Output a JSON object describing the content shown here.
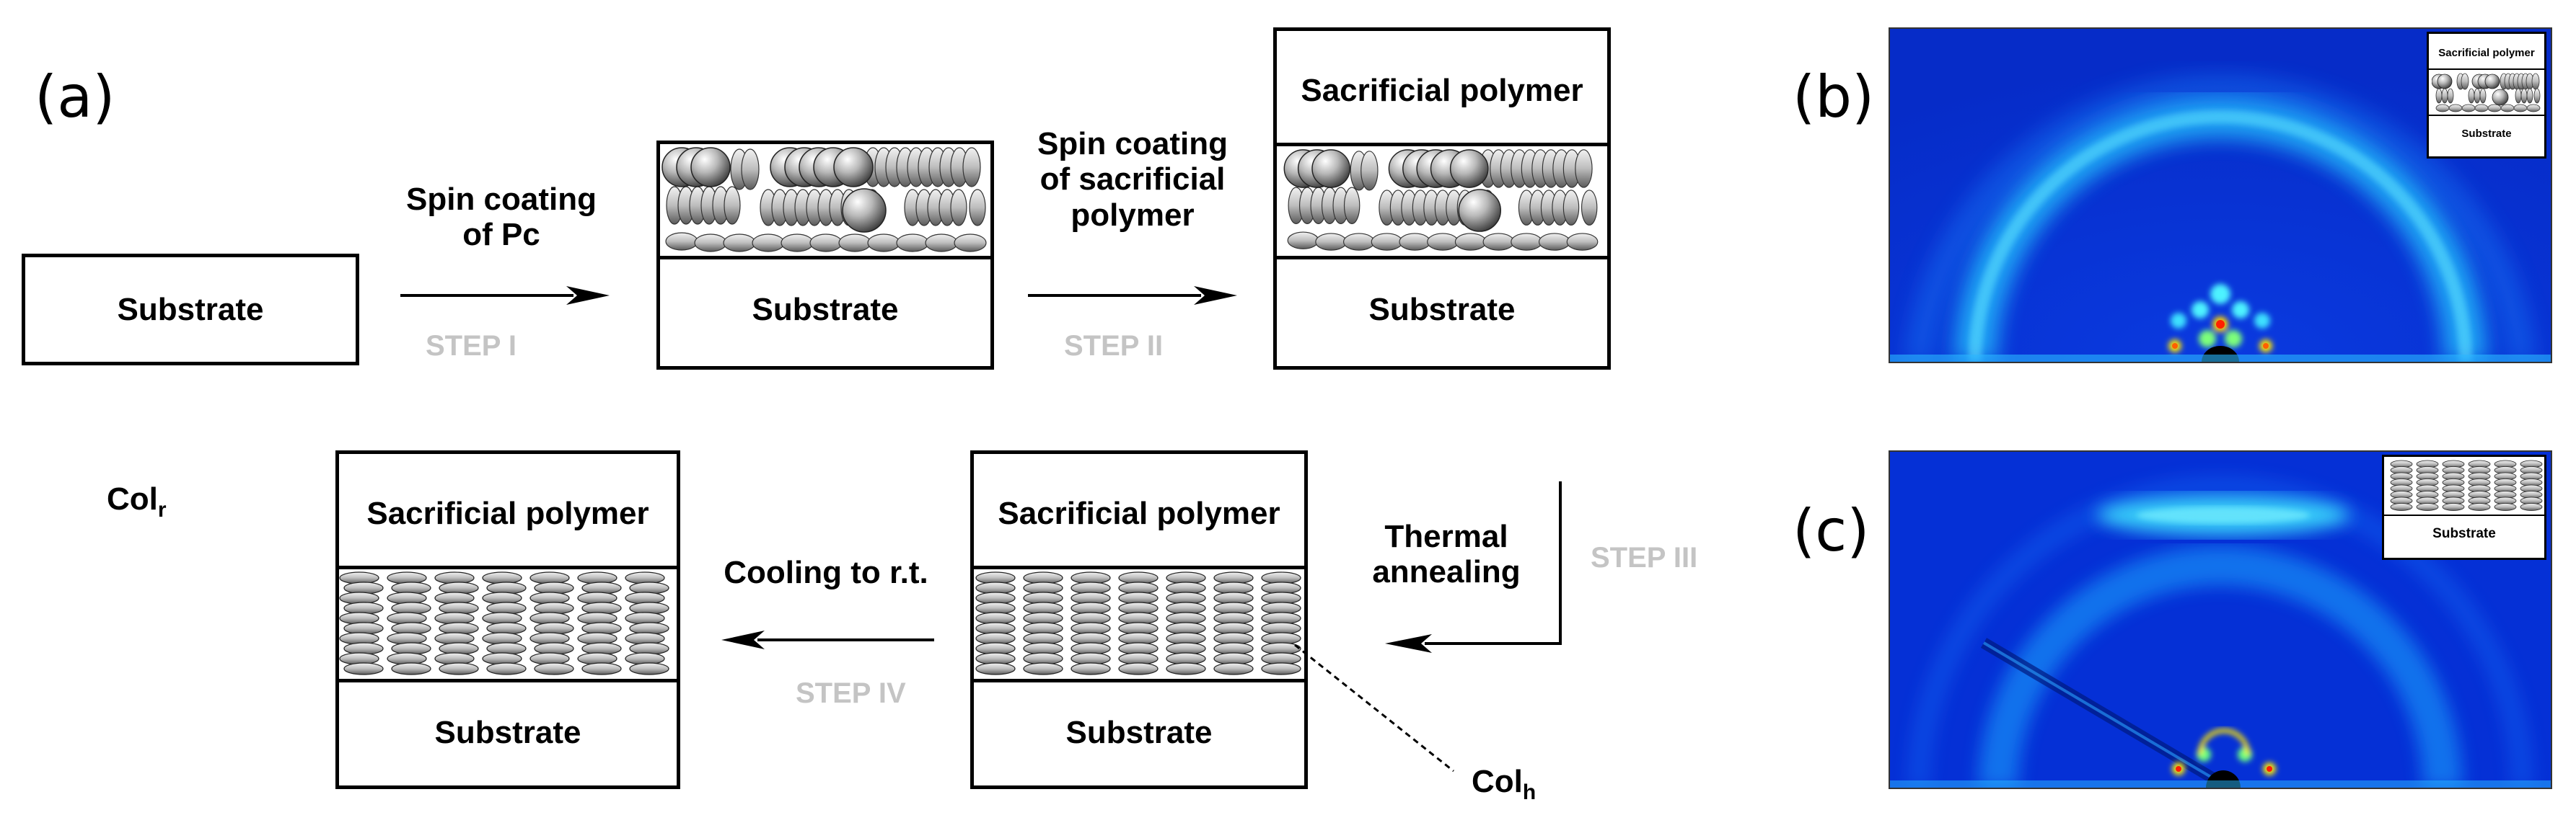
{
  "panels": {
    "a": "(a)",
    "b": "(b)",
    "c": "(c)"
  },
  "labels": {
    "substrate": "Substrate",
    "sacrificial_polymer": "Sacrificial polymer",
    "col_r_main": "Col",
    "col_r_sub": "r",
    "col_h_main": "Col",
    "col_h_sub": "h"
  },
  "steps": {
    "step1": {
      "caption": "Spin coating\nof Pc",
      "label": "STEP I"
    },
    "step2": {
      "caption": "Spin coating\nof sacrificial\npolymer",
      "label": "STEP II"
    },
    "step3": {
      "caption": "Thermal\nannealing",
      "label": "STEP III"
    },
    "step4": {
      "caption": "Cooling to r.t.",
      "label": "STEP IV"
    }
  },
  "insets": {
    "b_polymer": "Sacrificial polymer",
    "b_substrate": "Substrate",
    "c_substrate": "Substrate"
  },
  "colors": {
    "step_gray": "#c4c4c4",
    "xray_bg": "#0a30d8",
    "xray_ring": "#2ad4ff",
    "hot": "#ff2000"
  }
}
